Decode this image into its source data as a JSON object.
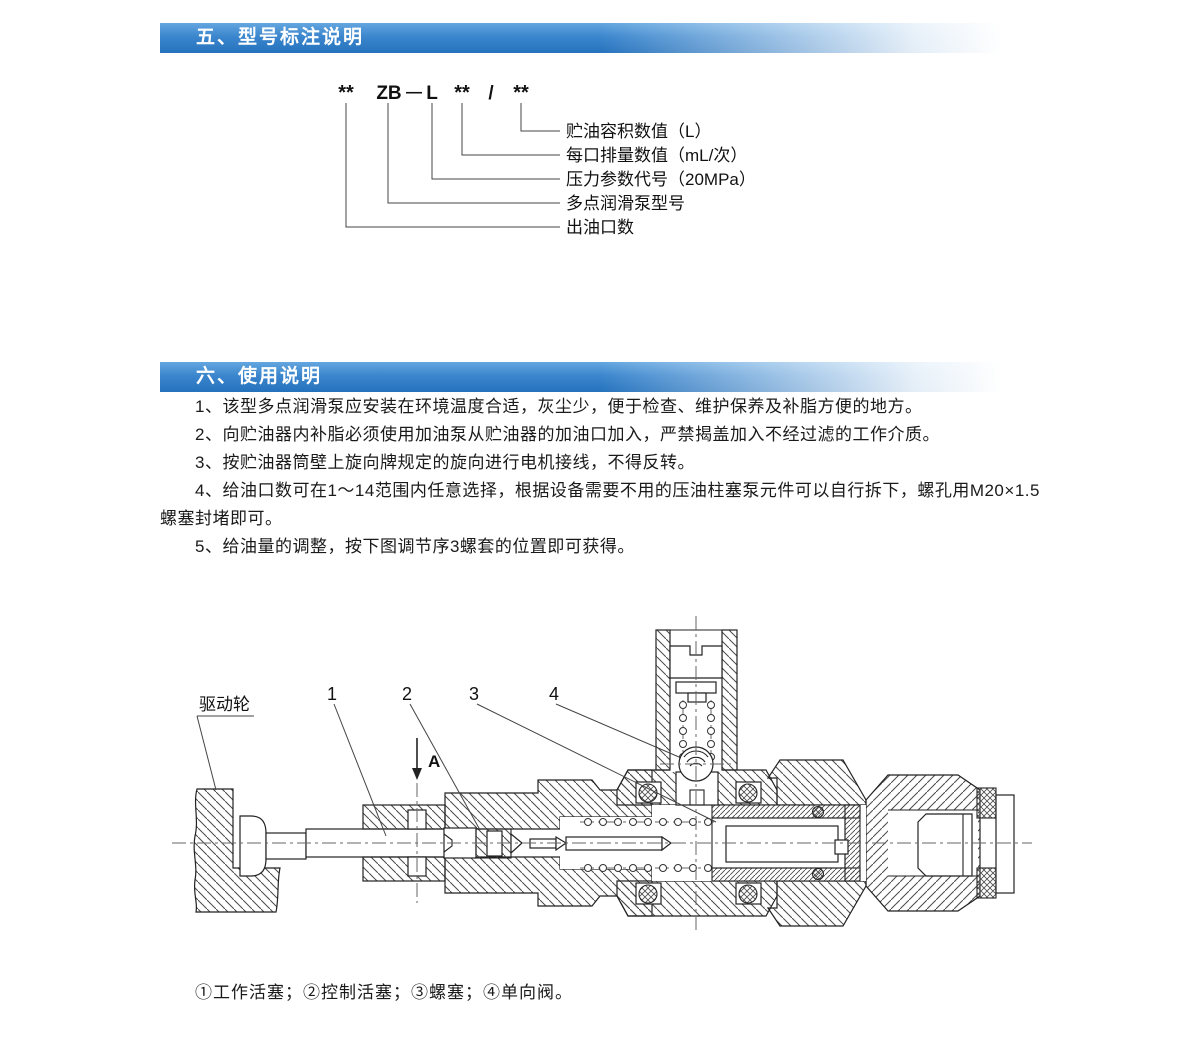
{
  "section5": {
    "title": "五、型号标注说明",
    "code_parts": [
      "**",
      "ZB",
      "—",
      "L",
      "**",
      "/",
      "**"
    ],
    "labels": [
      "贮油容积数值（L）",
      "每口排量数值（mL/次）",
      "压力参数代号（20MPa）",
      "多点润滑泵型号",
      "出油口数"
    ]
  },
  "section6": {
    "title": "六、使用说明",
    "items": [
      "1、该型多点润滑泵应安装在环境温度合适，灰尘少，便于检查、维护保养及补脂方便的地方。",
      "2、向贮油器内补脂必须使用加油泵从贮油器的加油口加入，严禁揭盖加入不经过滤的工作介质。",
      "3、按贮油器筒壁上旋向牌规定的旋向进行电机接线，不得反转。",
      "4、给油口数可在1～14范围内任意选择，根据设备需要不用的压油柱塞泵元件可以自行拆下，螺孔用M20×1.5螺塞封堵即可。",
      "5、给油量的调整，按下图调节序3螺套的位置即可获得。"
    ]
  },
  "drawing": {
    "wheel_label": "驱动轮",
    "part_numbers": [
      "1",
      "2",
      "3",
      "4"
    ],
    "section_marker": "A",
    "caption": "①工作活塞；②控制活塞；③螺塞；④单向阀。"
  },
  "colors": {
    "header_blue": "#2f7cc6",
    "line_color": "#222222",
    "text_color": "#1a1a1a"
  }
}
